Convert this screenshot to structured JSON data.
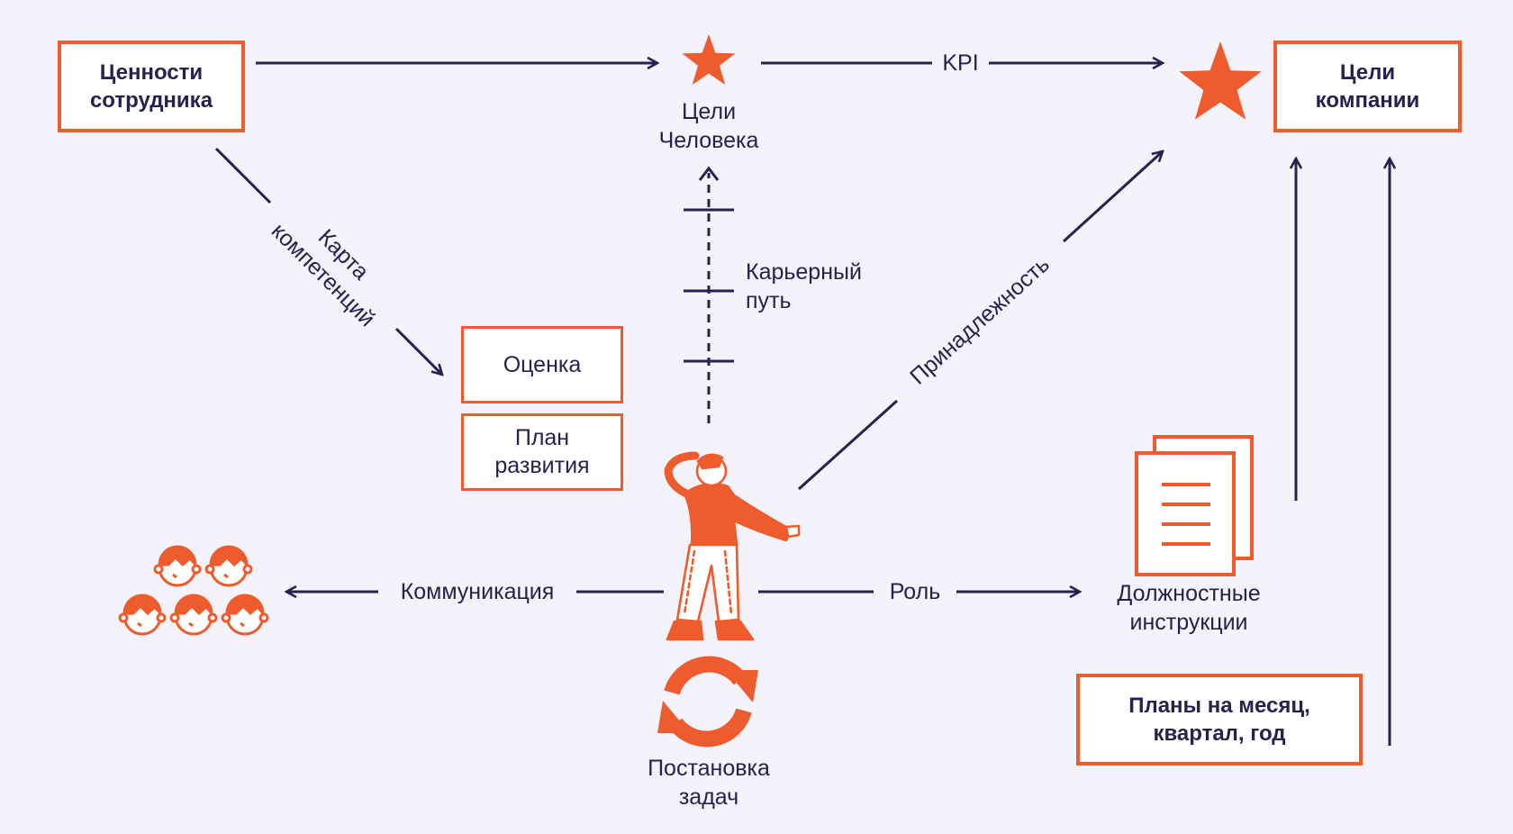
{
  "colors": {
    "accent": "#ee5b2d",
    "ink": "#26214f",
    "background": "#f4f2fb"
  },
  "boxes": {
    "employee_values": "Ценности\nсотрудника",
    "company_goals": "Цели\nкомпании",
    "assessment": "Оценка",
    "development_plan": "План\nразвития",
    "plans": "Планы на месяц,\nквартал, год"
  },
  "labels": {
    "human_goals": "Цели\nЧеловека",
    "kpi": "KPI",
    "competence_map": "Карта\nкомпетенций",
    "career_path": "Карьерный\nпуть",
    "belonging": "Принадлежность",
    "communication": "Коммуникация",
    "role": "Роль",
    "job_descriptions": "Должностные\nинструкции",
    "task_setting": "Постановка\nзадач"
  },
  "icons": {
    "human_goals": "star-icon",
    "company_goals": "star-icon",
    "team": "people-group-icon",
    "person": "person-thinking-icon",
    "documents": "documents-icon",
    "cycle": "refresh-cycle-icon"
  }
}
